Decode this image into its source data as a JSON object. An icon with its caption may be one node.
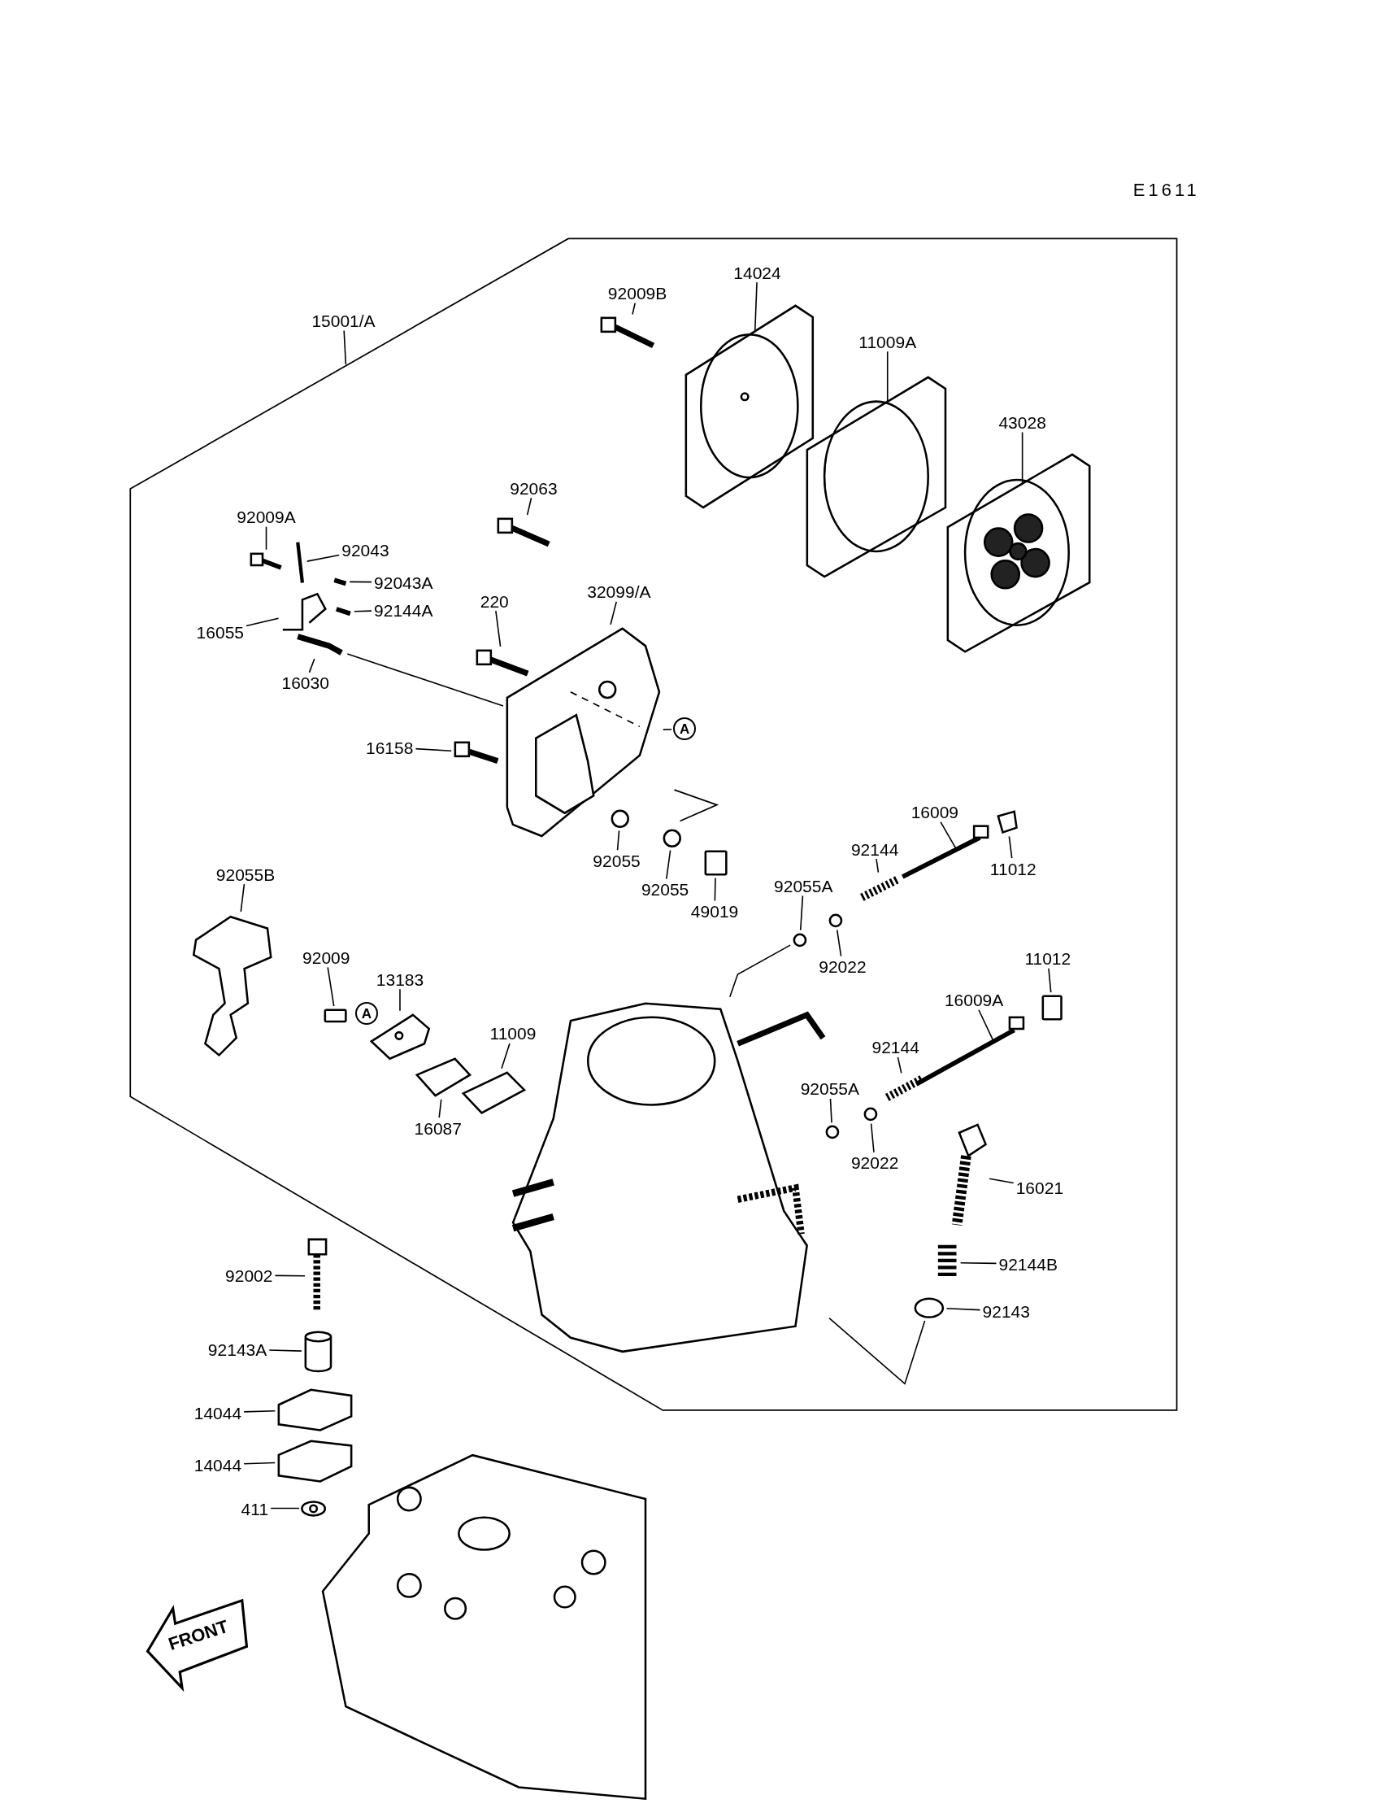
{
  "diagram": {
    "nodes": [
      {
        "text": [
          "15001/A"
        ]
      },
      {
        "text": [
          "92009B"
        ]
      },
      {
        "text": [
          "14024"
        ]
      },
      {
        "text": [
          "11009A"
        ]
      },
      {
        "text": [
          "43028"
        ]
      },
      {
        "text": [
          "92063"
        ]
      },
      {
        "text": [
          "92009A"
        ]
      },
      {
        "text": [
          "92043"
        ]
      },
      {
        "text": [
          "92043A"
        ]
      },
      {
        "text": [
          "220"
        ]
      },
      {
        "text": [
          "32099/A"
        ]
      },
      {
        "text": [
          "92144A"
        ]
      },
      {
        "text": [
          "16055"
        ]
      },
      {
        "text": [
          "16030"
        ]
      },
      {
        "text": [
          "A"
        ]
      },
      {
        "text": [
          "16158"
        ]
      },
      {
        "text": [
          "16009"
        ]
      },
      {
        "text": [
          "92144"
        ]
      },
      {
        "text": [
          "92055"
        ]
      },
      {
        "text": [
          "11012"
        ]
      },
      {
        "text": [
          "92055B"
        ]
      },
      {
        "text": [
          "92055A"
        ]
      },
      {
        "text": [
          "92055"
        ]
      },
      {
        "text": [
          "49019"
        ]
      },
      {
        "text": [
          "92009"
        ]
      },
      {
        "text": [
          "11012"
        ]
      },
      {
        "text": [
          "92022"
        ]
      },
      {
        "text": [
          "13183"
        ]
      },
      {
        "text": [
          "16009A"
        ]
      },
      {
        "text": [
          "11009"
        ]
      },
      {
        "text": [
          "92144"
        ]
      },
      {
        "text": [
          "92055A"
        ]
      },
      {
        "text": [
          "16087"
        ]
      },
      {
        "text": [
          "92022"
        ]
      },
      {
        "text": [
          "16021"
        ]
      },
      {
        "text": [
          "92144B"
        ]
      },
      {
        "text": [
          "92002"
        ]
      },
      {
        "text": [
          "92143"
        ]
      },
      {
        "text": [
          "92143A"
        ]
      },
      {
        "text": [
          "14044"
        ]
      },
      {
        "text": [
          "14044"
        ]
      },
      {
        "text": [
          "411"
        ]
      },
      {
        "text": [
          "A"
        ]
      },
      {
        "text": [],
        "shape": "picture"
      },
      {
        "text": [],
        "shape": "picture"
      },
      {
        "text": [],
        "shape": "picture"
      },
      {
        "text": [],
        "shape": "picture"
      },
      {
        "text": [],
        "shape": "picture"
      },
      {
        "text": [],
        "shape": "picture"
      },
      {
        "text": [],
        "shape": "picture"
      },
      {
        "text": [],
        "shape": "picture"
      },
      {
        "text": [],
        "shape": "picture"
      },
      {
        "text": [],
        "shape": "picture"
      },
      {
        "text": [],
        "shape": "picture"
      },
      {
        "text": [],
        "shape": "picture"
      },
      {
        "text": [],
        "shape": "picture"
      },
      {
        "text": [],
        "shape": "picture"
      },
      {
        "text": [],
        "shape": "picture"
      },
      {
        "text": [],
        "shape": "picture"
      },
      {
        "text": [],
        "shape": "circle"
      },
      {
        "text": [],
        "shape": "picture"
      },
      {
        "text": [],
        "shape": "picture"
      },
      {
        "text": [],
        "shape": "circle"
      },
      {
        "text": [],
        "shape": "circle"
      },
      {
        "text": [],
        "shape": "box"
      },
      {
        "text": [],
        "shape": "box"
      },
      {
        "text": [],
        "shape": "box"
      },
      {
        "text": [],
        "shape": "circle"
      },
      {
        "text": [],
        "shape": "picture"
      },
      {
        "text": [],
        "shape": "picture"
      },
      {
        "text": [],
        "shape": "picture"
      },
      {
        "text": [],
        "shape": "picture"
      },
      {
        "text": [],
        "shape": "circle"
      },
      {
        "text": [],
        "shape": "picture"
      },
      {
        "text": [],
        "shape": "circle"
      },
      {
        "text": [],
        "shape": "picture"
      },
      {
        "text": [],
        "shape": "picture"
      },
      {
        "text": [],
        "shape": "picture"
      },
      {
        "text": [],
        "shape": "circle"
      },
      {
        "text": [],
        "shape": "cylinder"
      },
      {
        "text": [],
        "shape": "picture"
      },
      {
        "text": [],
        "shape": "picture"
      },
      {
        "text": [],
        "shape": "picture"
      },
      {
        "text": [],
        "shape": "picture"
      }
    ],
    "edges": [
      {
        "from": 0,
        "to": null,
        "arrow": "none"
      },
      {
        "from": 1,
        "to": 43,
        "arrow": "none"
      },
      {
        "from": 2,
        "to": 44,
        "arrow": "none"
      },
      {
        "from": 3,
        "to": 45,
        "arrow": "none"
      },
      {
        "from": 4,
        "to": 46,
        "arrow": "none"
      },
      {
        "from": 5,
        "to": 47,
        "arrow": "none"
      },
      {
        "from": 6,
        "to": 48,
        "arrow": "none"
      },
      {
        "from": 7,
        "to": 49,
        "arrow": "none"
      },
      {
        "from": 8,
        "to": 50,
        "arrow": "none"
      },
      {
        "from": 9,
        "to": 51,
        "arrow": "none"
      },
      {
        "from": 10,
        "to": 52,
        "arrow": "none"
      },
      {
        "from": 11,
        "to": 53,
        "arrow": "none"
      },
      {
        "from": 12,
        "to": 54,
        "arrow": "none"
      },
      {
        "from": 13,
        "to": 55,
        "arrow": "none"
      },
      {
        "from": 14,
        "to": 52,
        "arrow": "none"
      },
      {
        "from": 15,
        "to": 56,
        "arrow": "none"
      },
      {
        "from": 16,
        "to": 57,
        "arrow": "none"
      },
      {
        "from": 17,
        "to": 58,
        "arrow": "none"
      },
      {
        "from": 18,
        "to": 59,
        "arrow": "none"
      },
      {
        "from": 19,
        "to": 60,
        "arrow": "none"
      },
      {
        "from": 20,
        "to": 61,
        "arrow": "none"
      },
      {
        "from": 21,
        "to": 62,
        "arrow": "none"
      },
      {
        "from": 22,
        "to": 63,
        "arrow": "none"
      },
      {
        "from": 23,
        "to": 64,
        "arrow": "none"
      },
      {
        "from": 24,
        "to": 65,
        "arrow": "none"
      },
      {
        "from": 25,
        "to": 66,
        "arrow": "none"
      },
      {
        "from": 26,
        "to": 67,
        "arrow": "none"
      },
      {
        "from": 27,
        "to": 68,
        "arrow": "none"
      },
      {
        "from": 28,
        "to": 69,
        "arrow": "none"
      },
      {
        "from": 29,
        "to": 70,
        "arrow": "none"
      },
      {
        "from": 30,
        "to": 71,
        "arrow": "none"
      },
      {
        "from": 31,
        "to": 72,
        "arrow": "none"
      },
      {
        "from": 32,
        "to": 73,
        "arrow": "none"
      },
      {
        "from": 33,
        "to": 74,
        "arrow": "none"
      },
      {
        "from": 34,
        "to": 75,
        "arrow": "none"
      },
      {
        "from": 35,
        "to": 76,
        "arrow": "none"
      },
      {
        "from": 36,
        "to": 77,
        "arrow": "none"
      },
      {
        "from": 37,
        "to": 78,
        "arrow": "none"
      },
      {
        "from": 38,
        "to": 79,
        "arrow": "none"
      },
      {
        "from": 39,
        "to": 80,
        "arrow": "none"
      },
      {
        "from": 40,
        "to": 81,
        "arrow": "none"
      },
      {
        "from": 41,
        "to": 82,
        "arrow": "none"
      },
      {
        "from": 55,
        "to": 52,
        "arrow": "none"
      },
      {
        "from": 62,
        "to": 83,
        "arrow": "none"
      },
      {
        "from": 78,
        "to": 83,
        "arrow": "none"
      }
    ],
    "labels": [
      "E1611",
      "FRONT"
    ]
  }
}
